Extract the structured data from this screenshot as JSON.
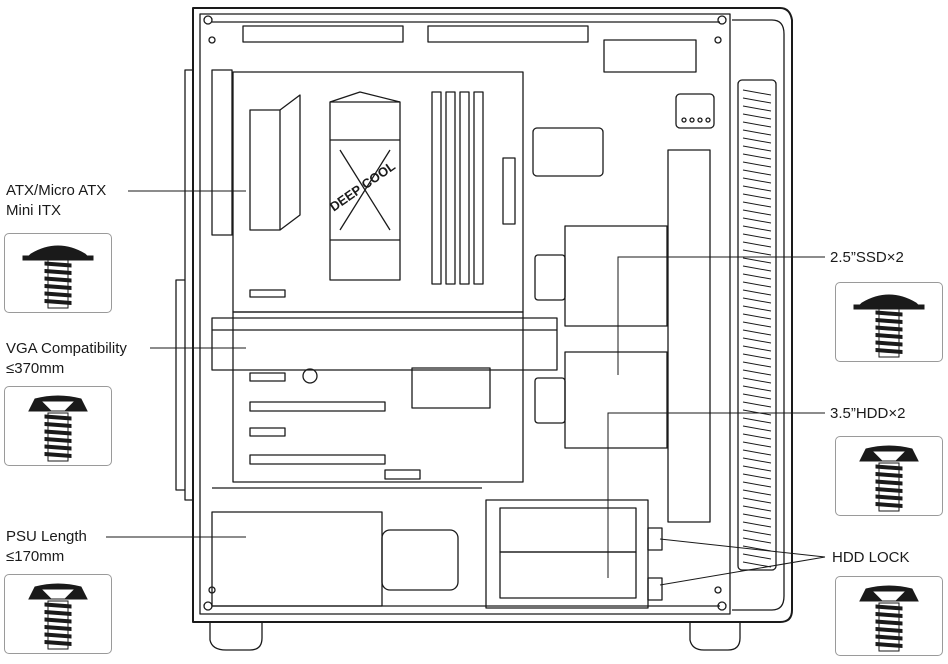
{
  "labels": {
    "board": {
      "line1": "ATX/Micro ATX",
      "line2": "Mini ITX"
    },
    "vga": {
      "line1": "VGA Compatibility",
      "line2": "≤370mm"
    },
    "psu": {
      "line1": "PSU Length",
      "line2": "≤170mm"
    },
    "ssd": "2.5”SSD×2",
    "hdd": "3.5”HDD×2",
    "hdd_lock": "HDD LOCK"
  },
  "logo_text": "DEEP COOL",
  "colors": {
    "line": "#1a1a1a",
    "box_border": "#9a9a9a",
    "background": "#ffffff"
  }
}
